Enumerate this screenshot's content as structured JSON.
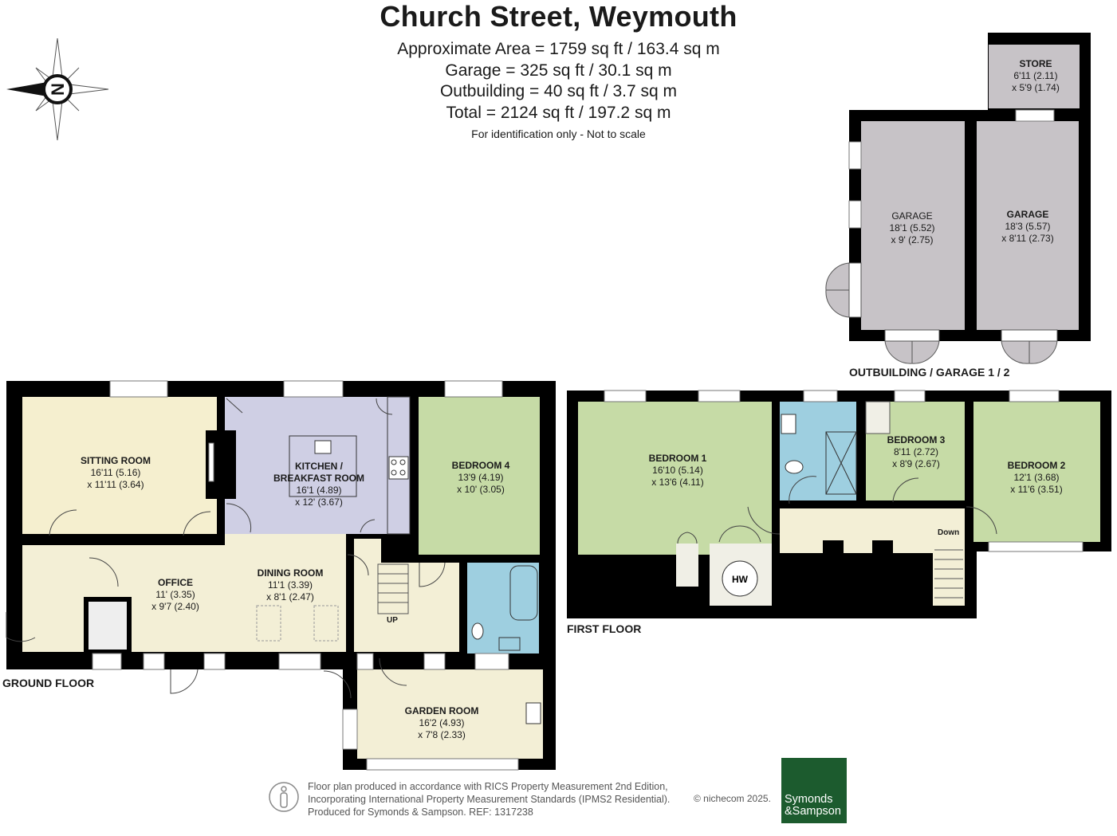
{
  "header": {
    "title": "Church Street, Weymouth",
    "areas": [
      "Approximate Area = 1759 sq ft / 163.4 sq m",
      "Garage = 325 sq ft / 30.1 sq m",
      "Outbuilding = 40 sq ft / 3.7 sq m",
      "Total = 2124 sq ft / 197.2 sq m"
    ],
    "note": "For identification only - Not to scale"
  },
  "compass": {
    "north_letter": "N"
  },
  "floors": {
    "ground": "GROUND FLOOR",
    "first": "FIRST FLOOR",
    "outbuilding": "OUTBUILDING / GARAGE 1 / 2"
  },
  "rooms": {
    "sitting_room": {
      "name": "SITTING ROOM",
      "dim1": "16'11 (5.16)",
      "dim2": "x 11'11 (3.64)"
    },
    "kitchen": {
      "name": "KITCHEN /",
      "name2": "BREAKFAST ROOM",
      "dim1": "16'1 (4.89)",
      "dim2": "x 12' (3.67)"
    },
    "bedroom4": {
      "name": "BEDROOM 4",
      "dim1": "13'9 (4.19)",
      "dim2": "x 10' (3.05)"
    },
    "office": {
      "name": "OFFICE",
      "dim1": "11' (3.35)",
      "dim2": "x 9'7 (2.40)"
    },
    "dining_room": {
      "name": "DINING ROOM",
      "dim1": "11'1 (3.39)",
      "dim2": "x 8'1 (2.47)"
    },
    "garden_room": {
      "name": "GARDEN ROOM",
      "dim1": "16'2 (4.93)",
      "dim2": "x 7'8 (2.33)"
    },
    "bedroom1": {
      "name": "BEDROOM 1",
      "dim1": "16'10 (5.14)",
      "dim2": "x 13'6 (4.11)"
    },
    "bedroom3": {
      "name": "BEDROOM 3",
      "dim1": "8'11 (2.72)",
      "dim2": "x 8'9 (2.67)"
    },
    "bedroom2": {
      "name": "BEDROOM 2",
      "dim1": "12'1 (3.68)",
      "dim2": "x 11'6 (3.51)"
    },
    "store": {
      "name": "STORE",
      "dim1": "6'11 (2.11)",
      "dim2": "x 5'9 (1.74)"
    },
    "garage1": {
      "name": "GARAGE",
      "dim1": "18'1 (5.52)",
      "dim2": "x 9' (2.75)"
    },
    "garage2": {
      "name": "GARAGE",
      "dim1": "18'3 (5.57)",
      "dim2": "x 8'11 (2.73)"
    }
  },
  "markers": {
    "up": "UP",
    "down": "Down",
    "hw": "HW"
  },
  "footer": {
    "lines": [
      "Floor plan produced in accordance with RICS Property Measurement 2nd Edition,",
      "Incorporating International Property Measurement Standards (IPMS2 Residential).",
      "Produced for Symonds & Sampson.   REF:  1317238"
    ],
    "copyright": "© nichecom 2025.",
    "logo_line1": "Symonds",
    "logo_line2": "&Sampson"
  },
  "colors": {
    "sitting": "#f5efcf",
    "kitchen": "#cfcfe4",
    "bedroom": "#c6dba6",
    "bath": "#9ecfe0",
    "garage": "#c7c3c7",
    "hall": "#f3efd6",
    "wall": "#000000",
    "logo": "#1c5b2e"
  }
}
